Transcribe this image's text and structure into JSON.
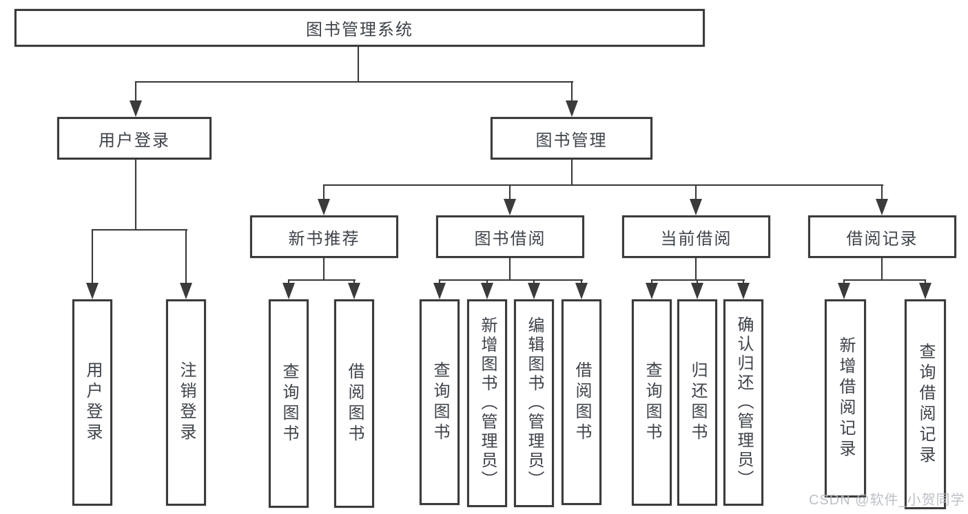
{
  "diagram": {
    "title": "图书管理系统",
    "nodes": {
      "root": "图书管理系统",
      "user_login": "用户登录",
      "book_mgmt": "图书管理",
      "new_books": "新书推荐",
      "book_borrow": "图书借阅",
      "current_borrow": "当前借阅",
      "borrow_records": "借阅记录",
      "user_login_leaves": [
        "用户登录",
        "注销登录"
      ],
      "new_books_leaves": [
        "查询图书",
        "借阅图书"
      ],
      "book_borrow_leaves": [
        "查询图书",
        "新增图书（管理员）",
        "编辑图书（管理员）",
        "借阅图书"
      ],
      "current_borrow_leaves": [
        "查询图书",
        "归还图书",
        "确认归还（管理员）"
      ],
      "borrow_records_leaves": [
        "新增借阅记录",
        "查询借阅记录"
      ]
    },
    "watermark": "CSDN @软件_小贺同学",
    "colors": {
      "line": "#3b3b3b",
      "text": "#3e434a",
      "watermark": "#b5b9c0",
      "background": "#ffffff"
    }
  }
}
